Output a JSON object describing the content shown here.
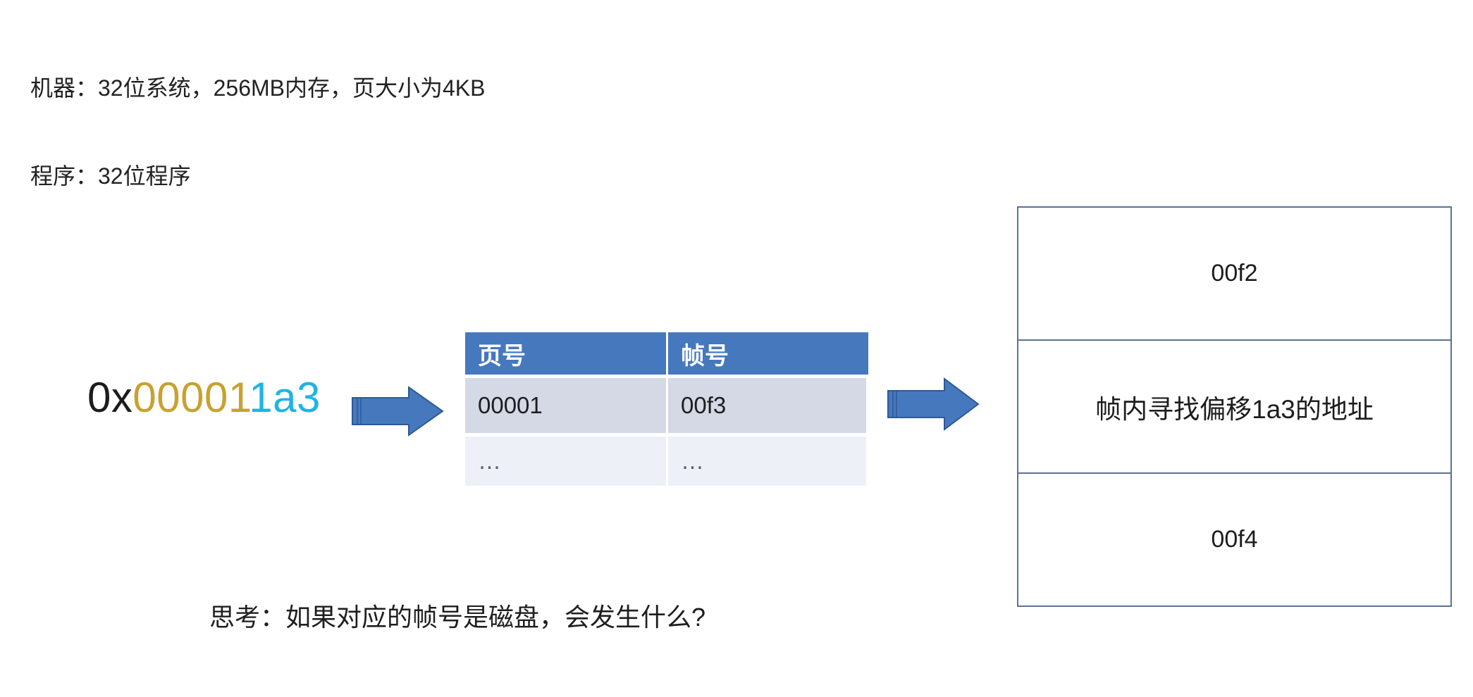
{
  "spec": {
    "lines": [
      "机器：32位系统，256MB内存，页大小为4KB",
      "程序：32位程序"
    ]
  },
  "virtual_address": {
    "prefix": "0x",
    "page_number": "00001",
    "offset": "1a3",
    "prefix_color": "#1c1c1c",
    "page_number_color": "#C8A12F",
    "offset_color": "#1FB4E5"
  },
  "arrows": [
    {
      "name": "arrow-address-to-page-table",
      "label": "右箭头",
      "color": "#4678BE"
    },
    {
      "name": "arrow-page-table-to-memory",
      "label": "右箭头",
      "color": "#4678BE"
    }
  ],
  "page_table": {
    "headers": [
      "页号",
      "帧号"
    ],
    "header_bg": "#4678BE",
    "header_text_color": "#FFFFFF",
    "rows": [
      {
        "page": "00001",
        "frame": "00f3",
        "bg": "#D5D9E6"
      },
      {
        "page": "…",
        "frame": "…",
        "bg": "#EDF0F7"
      }
    ]
  },
  "memory": {
    "border_color": "#5B7294",
    "cells": [
      {
        "text": "00f2",
        "highlight": false
      },
      {
        "text": "帧内寻找偏移1a3的地址",
        "highlight": true
      },
      {
        "text": "00f4",
        "highlight": false
      }
    ]
  },
  "thought": {
    "text": "思考：如果对应的帧号是磁盘，会发生什么?"
  }
}
